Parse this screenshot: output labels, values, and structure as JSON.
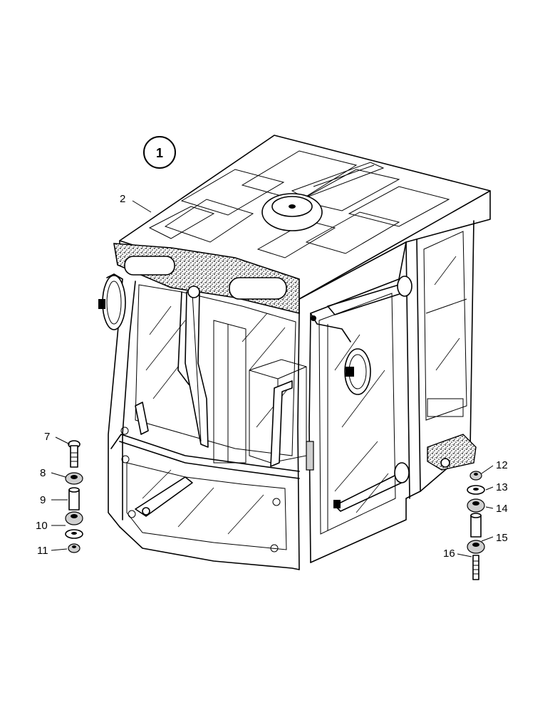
{
  "assembly_label": "1",
  "callouts": [
    {
      "id": "c2",
      "text": "2"
    },
    {
      "id": "c7",
      "text": "7"
    },
    {
      "id": "c8",
      "text": "8"
    },
    {
      "id": "c9",
      "text": "9"
    },
    {
      "id": "c10",
      "text": "10"
    },
    {
      "id": "c11",
      "text": "11"
    },
    {
      "id": "c12",
      "text": "12"
    },
    {
      "id": "c13",
      "text": "13"
    },
    {
      "id": "c14",
      "text": "14"
    },
    {
      "id": "c15",
      "text": "15"
    },
    {
      "id": "c16",
      "text": "16"
    }
  ]
}
